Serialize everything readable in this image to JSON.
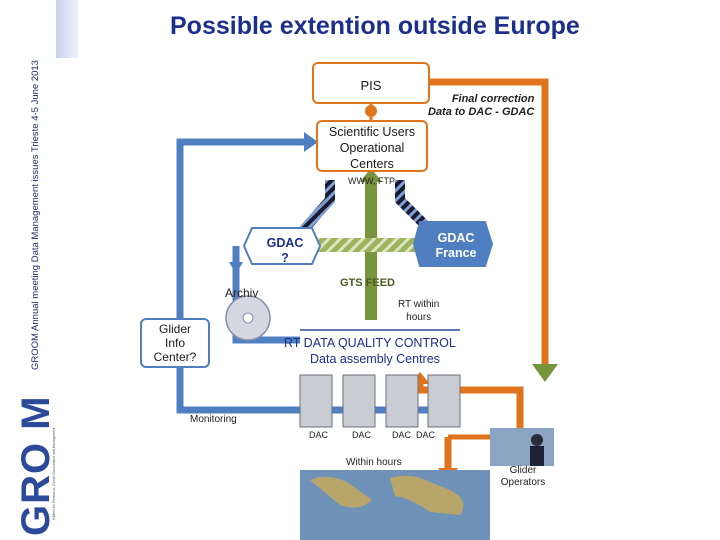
{
  "title": "Possible extention outside Europe",
  "sidebar_text": "GROOM Annual meeting   Data Management  issues    Trieste 4-5 June 2013",
  "logo_text": "GRO M",
  "logo_subtitle": "Gliders for Research, Ocean Observation and Management",
  "pis": "PIS",
  "final_correction_line1": "Final correction",
  "final_correction_line2": "Data to DAC - GDAC",
  "users_line1": "Scientific Users",
  "users_line2": "Operational",
  "users_line3": "Centers",
  "www_ftp": "WWW, FTP",
  "gdac_q_line1": "GDAC",
  "gdac_q_line2": "?",
  "gdac_fr_line1": "GDAC",
  "gdac_fr_line2": "France",
  "gts_feed": "GTS FEED",
  "rt_within_line1": "RT within",
  "rt_within_line2": "hours",
  "archiv": "Archiv",
  "glider_info_line1": "Glider",
  "glider_info_line2": "Info",
  "glider_info_line3": "Center?",
  "rt_qc": "RT DATA QUALITY CONTROL",
  "assembly": "Data assembly Centres",
  "monitoring": "Monitoring",
  "dac_labels": [
    "DAC",
    "DAC",
    "DAC",
    "DAC"
  ],
  "within_hours": "Within hours",
  "glider_operators_line1": "Glider",
  "glider_operators_line2": "Operators",
  "colors": {
    "orange": "#e0741d",
    "blue": "#4f7fc0",
    "green": "#77953d",
    "navy": "#1c2f8c"
  }
}
